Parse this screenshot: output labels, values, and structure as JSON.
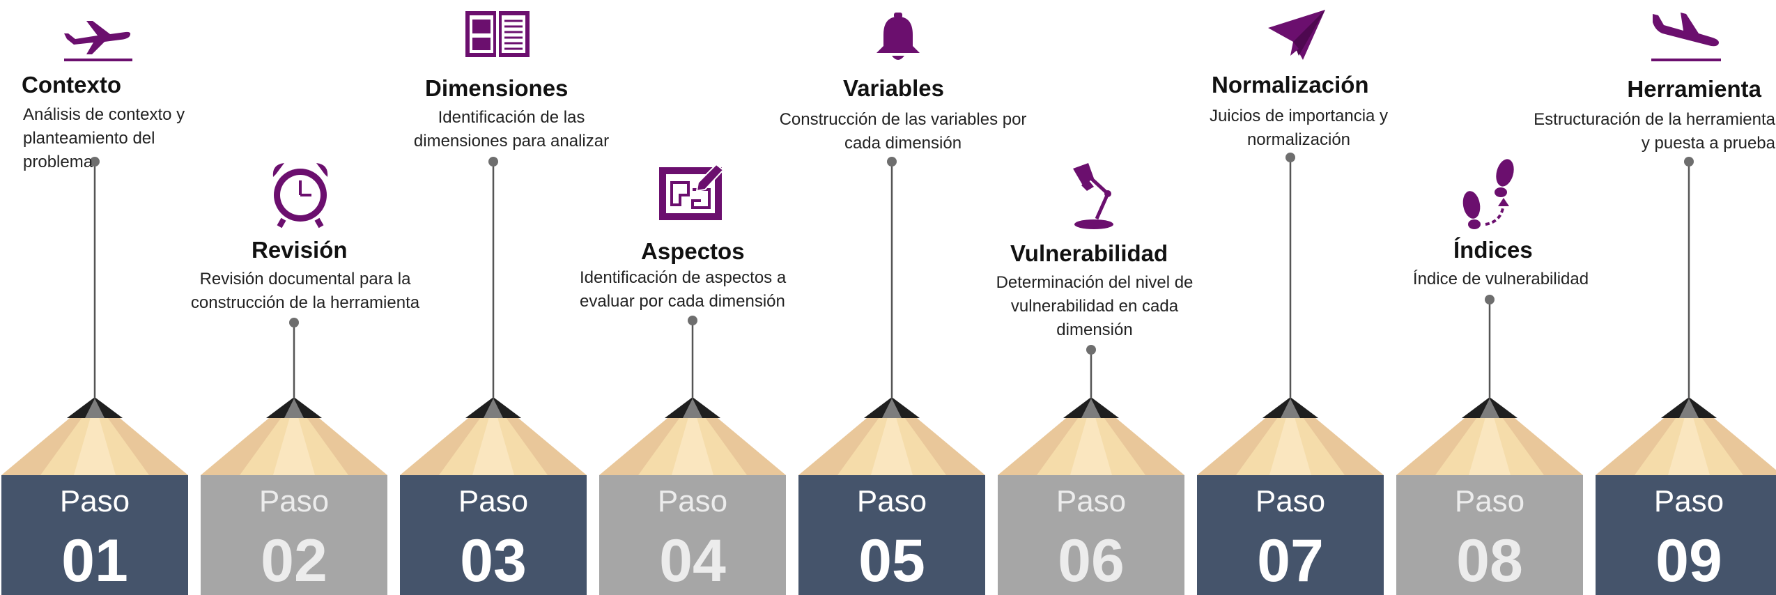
{
  "colors": {
    "dark_box": "#45546b",
    "light_box": "#a6a6a6",
    "icon_purple": "#6b0f6e",
    "wood_1": "#e9c79a",
    "wood_2": "#f5dcaa",
    "wood_3": "#fae6bf",
    "tip_dark": "#1f1f1f",
    "tip_mid": "#7d7d7d"
  },
  "steps": [
    {
      "paso": "Paso",
      "number": "01",
      "title": "Contexto",
      "description": "Análisis de contexto y\nplanteamiento del problema",
      "icon": "airplane-takeoff-icon",
      "tone": "dark"
    },
    {
      "paso": "Paso",
      "number": "02",
      "title": "Revisión",
      "description": "Revisión documental para la\nconstrucción de la herramienta",
      "icon": "alarm-clock-icon",
      "tone": "light"
    },
    {
      "paso": "Paso",
      "number": "03",
      "title": "Dimensiones",
      "description": "Identificación de las\ndimensiones para analizar",
      "icon": "open-book-icon",
      "tone": "dark"
    },
    {
      "paso": "Paso",
      "number": "04",
      "title": "Aspectos",
      "description": "Identificación de aspectos a\nevaluar por cada dimensión",
      "icon": "blueprint-pencil-icon",
      "tone": "light"
    },
    {
      "paso": "Paso",
      "number": "05",
      "title": "Variables",
      "description": "Construcción de las variables por\ncada dimensión",
      "icon": "bell-icon",
      "tone": "dark"
    },
    {
      "paso": "Paso",
      "number": "06",
      "title": "Vulnerabilidad",
      "description": "Determinación del nivel de\nvulnerabilidad en cada\ndimensión",
      "icon": "desk-lamp-icon",
      "tone": "light"
    },
    {
      "paso": "Paso",
      "number": "07",
      "title": "Normalización",
      "description": "Juicios de importancia y\nnormalización",
      "icon": "paper-plane-icon",
      "tone": "dark"
    },
    {
      "paso": "Paso",
      "number": "08",
      "title": "Índices",
      "description": "Índice de vulnerabilidad",
      "icon": "footsteps-icon",
      "tone": "light"
    },
    {
      "paso": "Paso",
      "number": "09",
      "title": "Herramienta",
      "description": "Estructuración de la herramienta\ny puesta a prueba",
      "icon": "airplane-landing-icon",
      "tone": "dark"
    }
  ]
}
